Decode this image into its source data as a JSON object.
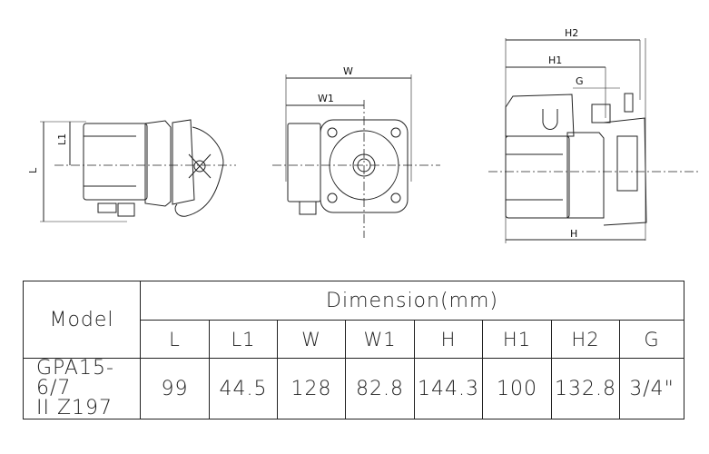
{
  "drawing": {
    "side_view": {
      "labels": [
        "L1",
        "L"
      ]
    },
    "front_view": {
      "labels": [
        "W",
        "W1"
      ]
    },
    "top_view": {
      "labels": [
        "H2",
        "H1",
        "G",
        "H"
      ]
    }
  },
  "table": {
    "model_header": "Model",
    "dimension_header": "Dimension(mm)",
    "columns": [
      "L",
      "L1",
      "W",
      "W1",
      "H",
      "H1",
      "H2",
      "G"
    ],
    "rows": [
      {
        "model_line1": "GPA15-6/7",
        "model_line2": "II Z197",
        "values": [
          "99",
          "44.5",
          "128",
          "82.8",
          "144.3",
          "100",
          "132.8",
          "3/4\""
        ]
      }
    ]
  }
}
